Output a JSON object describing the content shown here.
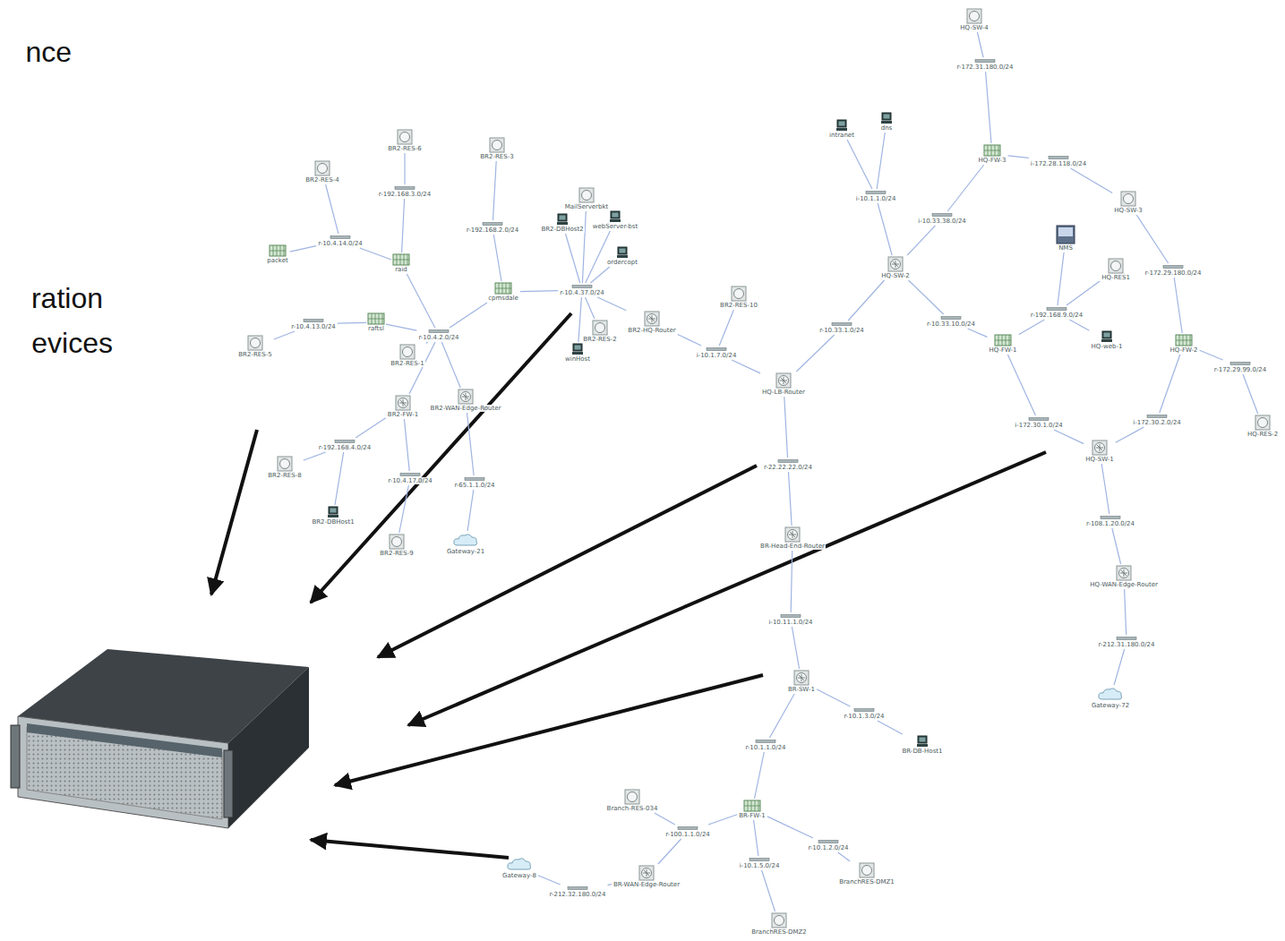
{
  "diagram": {
    "nodes": [
      {
        "text": [
          "HQ-SW-4"
        ]
      },
      {
        "text": [
          "r-172.31.180.0/24"
        ]
      },
      {
        "text": [
          "HQ-FW-3"
        ]
      },
      {
        "text": [
          "i-172.28.118.0/24"
        ]
      },
      {
        "text": [
          "HQ-SW-3"
        ]
      },
      {
        "text": [
          "r-172.29.180.0/24"
        ]
      },
      {
        "text": [
          "HQ-FW-2"
        ]
      },
      {
        "text": [
          "r-172.29.99.0/24"
        ]
      },
      {
        "text": [
          "HQ-RES-2"
        ]
      },
      {
        "text": [
          "i-10.33.38.0/24"
        ]
      },
      {
        "text": [
          "intranet"
        ]
      },
      {
        "text": [
          "dns"
        ]
      },
      {
        "text": [
          "i-10.1.1.0/24"
        ]
      },
      {
        "text": [
          "HQ-SW-2"
        ]
      },
      {
        "text": [
          "r-10.33.10.0/24"
        ]
      },
      {
        "text": [
          "HQ-FW-1"
        ]
      },
      {
        "text": [
          "NMS"
        ]
      },
      {
        "text": [
          "HQ-RES1"
        ]
      },
      {
        "text": [
          "r-192.168.9.0/24"
        ]
      },
      {
        "text": [
          "HQ-web-1"
        ]
      },
      {
        "text": [
          "i-172.30.1.0/24"
        ]
      },
      {
        "text": [
          "i-172.30.2.0/24"
        ]
      },
      {
        "text": [
          "HQ-SW-1"
        ]
      },
      {
        "text": [
          "r-108.1.20.0/24"
        ]
      },
      {
        "text": [
          "HQ-WAN-Edge-Router"
        ]
      },
      {
        "text": [
          "r-212.31.180.0/24"
        ]
      },
      {
        "text": [
          "Gateway-72"
        ]
      },
      {
        "text": [
          "r-10.33.1.0/24"
        ]
      },
      {
        "text": [
          "HQ-LB-Router"
        ]
      },
      {
        "text": [
          "BR2-RES-10"
        ]
      },
      {
        "text": [
          "i-10.1.7.0/24"
        ]
      },
      {
        "text": [
          "BR2-HQ-Router"
        ]
      },
      {
        "text": [
          "r-22.22.22.0/24"
        ]
      },
      {
        "text": [
          "BR-Head-End-Router"
        ]
      },
      {
        "text": [
          "i-10.11.1.0/24"
        ]
      },
      {
        "text": [
          "BR-SW-1"
        ]
      },
      {
        "text": [
          "r-10.1.3.0/24"
        ]
      },
      {
        "text": [
          "BR-DB-Host1"
        ]
      },
      {
        "text": [
          "r-10.1.1.0/24"
        ]
      },
      {
        "text": [
          "BR-FW-1"
        ]
      },
      {
        "text": [
          "Branch-RES-034"
        ]
      },
      {
        "text": [
          "r-100.1.1.0/24"
        ]
      },
      {
        "text": [
          "r-10.1.2.0/24"
        ]
      },
      {
        "text": [
          "BranchRES-DMZ1"
        ]
      },
      {
        "text": [
          "i-10.1.5.0/24"
        ]
      },
      {
        "text": [
          "BranchRES-DMZ2"
        ]
      },
      {
        "text": [
          "Gateway-8"
        ]
      },
      {
        "text": [
          "r-212.32.180.0/24"
        ]
      },
      {
        "text": [
          "BR-WAN-Edge-Router"
        ]
      },
      {
        "text": [
          "BR2-RES-6"
        ]
      },
      {
        "text": [
          "BR2-RES-4"
        ]
      },
      {
        "text": [
          "r-192.168.3.0/24"
        ]
      },
      {
        "text": [
          "r-10.4.14.0/24"
        ]
      },
      {
        "text": [
          "packet"
        ]
      },
      {
        "text": [
          "raid"
        ]
      },
      {
        "text": [
          "BR2-RES-3"
        ]
      },
      {
        "text": [
          "r-192.168.2.0/24"
        ]
      },
      {
        "text": [
          "cpmsdale"
        ]
      },
      {
        "text": [
          "MailServerbkt"
        ]
      },
      {
        "text": [
          "BR2-DBHost2"
        ]
      },
      {
        "text": [
          "webServer-bst"
        ]
      },
      {
        "text": [
          "ordercopt"
        ]
      },
      {
        "text": [
          "r-10.4.37.0/24"
        ]
      },
      {
        "text": [
          "winHost"
        ]
      },
      {
        "text": [
          "BR2-RES-2"
        ]
      },
      {
        "text": [
          "r-10.4.13.0/24"
        ]
      },
      {
        "text": [
          "BR2-RES-5"
        ]
      },
      {
        "text": [
          "raftsl"
        ]
      },
      {
        "text": [
          "r-10.4.2.0/24"
        ]
      },
      {
        "text": [
          "BR2-RES-1"
        ]
      },
      {
        "text": [
          "BR2-FW-1"
        ]
      },
      {
        "text": [
          "BR2-WAN-Edge-Router"
        ]
      },
      {
        "text": [
          "r-192.168.4.0/24"
        ]
      },
      {
        "text": [
          "BR2-RES-8"
        ]
      },
      {
        "text": [
          "BR2-DBHost1"
        ]
      },
      {
        "text": [
          "r-10.4.17.0/24"
        ]
      },
      {
        "text": [
          "BR2-RES-9"
        ]
      },
      {
        "text": [
          "r-65.1.1.0/24"
        ]
      },
      {
        "text": [
          "Gateway-21"
        ]
      }
    ],
    "edges": [
      {
        "from": 0,
        "to": 1,
        "arrow": "none"
      },
      {
        "from": 1,
        "to": 2,
        "arrow": "none"
      },
      {
        "from": 2,
        "to": 3,
        "arrow": "none"
      },
      {
        "from": 3,
        "to": 4,
        "arrow": "none"
      },
      {
        "from": 4,
        "to": 5,
        "arrow": "none"
      },
      {
        "from": 5,
        "to": 6,
        "arrow": "none"
      },
      {
        "from": 6,
        "to": 7,
        "arrow": "none"
      },
      {
        "from": 7,
        "to": 8,
        "arrow": "none"
      },
      {
        "from": 2,
        "to": 9,
        "arrow": "none"
      },
      {
        "from": 9,
        "to": 13,
        "arrow": "none"
      },
      {
        "from": 10,
        "to": 12,
        "arrow": "none"
      },
      {
        "from": 11,
        "to": 12,
        "arrow": "none"
      },
      {
        "from": 12,
        "to": 13,
        "arrow": "none"
      },
      {
        "from": 13,
        "to": 14,
        "arrow": "none"
      },
      {
        "from": 14,
        "to": 15,
        "arrow": "none"
      },
      {
        "from": 16,
        "to": 18,
        "arrow": "none"
      },
      {
        "from": 17,
        "to": 18,
        "arrow": "none"
      },
      {
        "from": 18,
        "to": 15,
        "arrow": "none"
      },
      {
        "from": 18,
        "to": 19,
        "arrow": "none"
      },
      {
        "from": 15,
        "to": 20,
        "arrow": "none"
      },
      {
        "from": 20,
        "to": 22,
        "arrow": "none"
      },
      {
        "from": 6,
        "to": 21,
        "arrow": "none"
      },
      {
        "from": 21,
        "to": 22,
        "arrow": "none"
      },
      {
        "from": 22,
        "to": 23,
        "arrow": "none"
      },
      {
        "from": 23,
        "to": 24,
        "arrow": "none"
      },
      {
        "from": 24,
        "to": 25,
        "arrow": "none"
      },
      {
        "from": 25,
        "to": 26,
        "arrow": "none"
      },
      {
        "from": 13,
        "to": 27,
        "arrow": "none"
      },
      {
        "from": 27,
        "to": 28,
        "arrow": "none"
      },
      {
        "from": 29,
        "to": 30,
        "arrow": "none"
      },
      {
        "from": 31,
        "to": 30,
        "arrow": "none"
      },
      {
        "from": 30,
        "to": 28,
        "arrow": "none"
      },
      {
        "from": 28,
        "to": 32,
        "arrow": "none"
      },
      {
        "from": 32,
        "to": 33,
        "arrow": "none"
      },
      {
        "from": 33,
        "to": 34,
        "arrow": "none"
      },
      {
        "from": 34,
        "to": 35,
        "arrow": "none"
      },
      {
        "from": 35,
        "to": 36,
        "arrow": "none"
      },
      {
        "from": 36,
        "to": 37,
        "arrow": "none"
      },
      {
        "from": 35,
        "to": 38,
        "arrow": "none"
      },
      {
        "from": 38,
        "to": 39,
        "arrow": "none"
      },
      {
        "from": 39,
        "to": 41,
        "arrow": "none"
      },
      {
        "from": 41,
        "to": 40,
        "arrow": "none"
      },
      {
        "from": 41,
        "to": 48,
        "arrow": "none"
      },
      {
        "from": 39,
        "to": 42,
        "arrow": "none"
      },
      {
        "from": 42,
        "to": 43,
        "arrow": "none"
      },
      {
        "from": 39,
        "to": 44,
        "arrow": "none"
      },
      {
        "from": 44,
        "to": 45,
        "arrow": "none"
      },
      {
        "from": 46,
        "to": 47,
        "arrow": "none"
      },
      {
        "from": 47,
        "to": 48,
        "arrow": "none"
      },
      {
        "from": 49,
        "to": 51,
        "arrow": "none"
      },
      {
        "from": 51,
        "to": 54,
        "arrow": "none"
      },
      {
        "from": 50,
        "to": 52,
        "arrow": "none"
      },
      {
        "from": 52,
        "to": 53,
        "arrow": "none"
      },
      {
        "from": 52,
        "to": 54,
        "arrow": "none"
      },
      {
        "from": 55,
        "to": 56,
        "arrow": "none"
      },
      {
        "from": 56,
        "to": 57,
        "arrow": "none"
      },
      {
        "from": 58,
        "to": 62,
        "arrow": "none"
      },
      {
        "from": 59,
        "to": 62,
        "arrow": "none"
      },
      {
        "from": 60,
        "to": 62,
        "arrow": "none"
      },
      {
        "from": 61,
        "to": 62,
        "arrow": "none"
      },
      {
        "from": 63,
        "to": 62,
        "arrow": "none"
      },
      {
        "from": 64,
        "to": 62,
        "arrow": "none"
      },
      {
        "from": 57,
        "to": 62,
        "arrow": "none"
      },
      {
        "from": 31,
        "to": 62,
        "arrow": "none"
      },
      {
        "from": 65,
        "to": 66,
        "arrow": "none"
      },
      {
        "from": 65,
        "to": 67,
        "arrow": "none"
      },
      {
        "from": 67,
        "to": 68,
        "arrow": "none"
      },
      {
        "from": 54,
        "to": 68,
        "arrow": "none"
      },
      {
        "from": 57,
        "to": 68,
        "arrow": "none"
      },
      {
        "from": 69,
        "to": 68,
        "arrow": "none"
      },
      {
        "from": 70,
        "to": 68,
        "arrow": "none"
      },
      {
        "from": 71,
        "to": 68,
        "arrow": "none"
      },
      {
        "from": 70,
        "to": 72,
        "arrow": "none"
      },
      {
        "from": 72,
        "to": 73,
        "arrow": "none"
      },
      {
        "from": 72,
        "to": 74,
        "arrow": "none"
      },
      {
        "from": 70,
        "to": 75,
        "arrow": "none"
      },
      {
        "from": 75,
        "to": 76,
        "arrow": "none"
      },
      {
        "from": 71,
        "to": 77,
        "arrow": "none"
      },
      {
        "from": 77,
        "to": 78,
        "arrow": "none"
      }
    ],
    "labels": [
      "nce",
      "ration",
      "evices"
    ]
  }
}
